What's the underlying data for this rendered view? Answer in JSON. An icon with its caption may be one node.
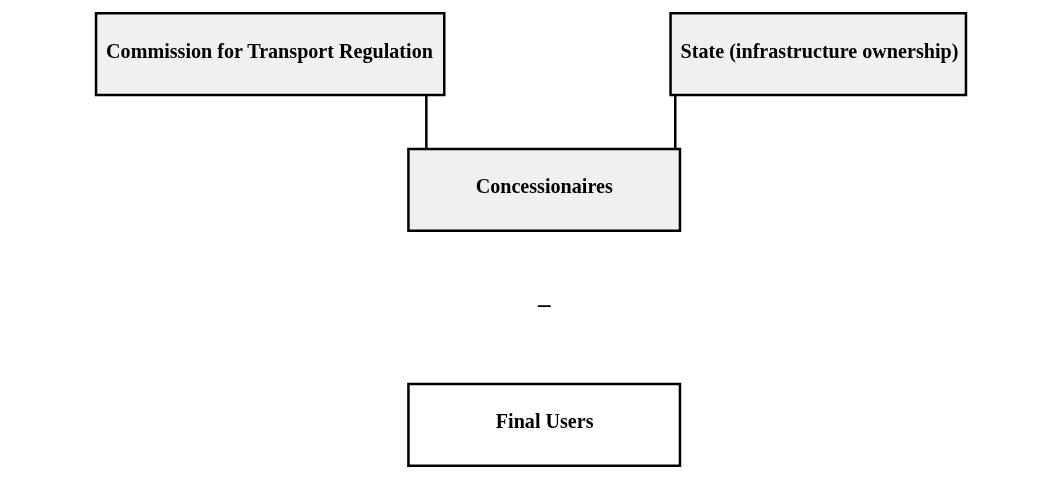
{
  "diagram": {
    "nodes": [
      {
        "text": [
          "Commission for Transport Regulation"
        ]
      },
      {
        "text": [
          "State (infrastructure ownership)"
        ]
      },
      {
        "text": [
          "Concessionaires"
        ]
      },
      {
        "text": [
          "Final Users"
        ]
      }
    ],
    "edges": [
      {
        "from": 0,
        "to": 2,
        "arrow": "none"
      },
      {
        "from": 1,
        "to": 2,
        "arrow": "none"
      }
    ],
    "labels": [
      "–"
    ]
  }
}
